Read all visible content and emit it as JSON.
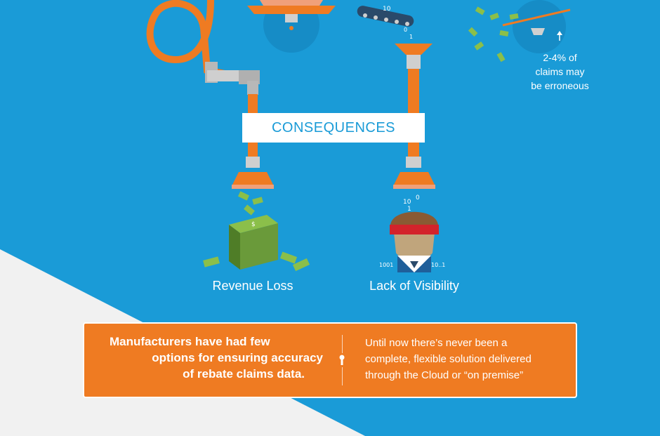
{
  "consequences_heading": "CONSEQUENCES",
  "outcomes": {
    "revenue_loss": "Revenue Loss",
    "lack_of_visibility": "Lack of Visibility"
  },
  "stat": {
    "line1": "2-4% of",
    "line2": "claims may",
    "line3": "be erroneous"
  },
  "banner": {
    "left_line1": "Manufacturers have had few",
    "left_line2": "options for ensuring accuracy",
    "left_line3": "of rebate claims data.",
    "right_line1": "Until now there’s never been a",
    "right_line2": "complete, flexible solution delivered",
    "right_line3": "through the Cloud or “on premise”"
  },
  "colors": {
    "background_blue": "#1a9bd7",
    "accent_orange": "#ef7b22",
    "money_green": "#6a9a3a",
    "white": "#ffffff"
  }
}
